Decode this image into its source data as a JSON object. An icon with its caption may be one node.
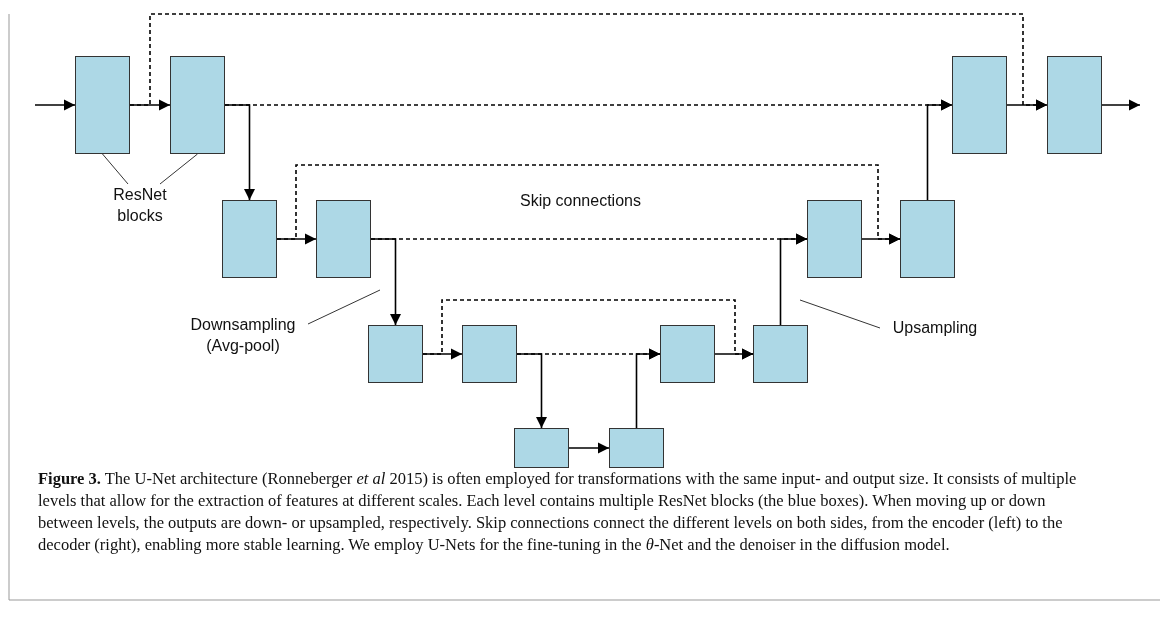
{
  "diagram": {
    "caption": "**Figure 3.** The U-Net architecture (Ronneberger *et al* 2015) is often employed for transformations with the same input- and output size. It consists of multiple levels that allow for the extraction of features at different scales. Each level contains multiple ResNet blocks (the blue boxes). When moving up or down between levels, the outputs are down- or upsampled, respectively. Skip connections connect the different levels on both sides, from the encoder (left) to the decoder (right), enabling more stable learning. We employ U-Nets for the fine-tuning in the *θ*-Net and the denoiser in the diffusion model.",
    "nodes": [
      {
        "text": [],
        "shape": "box"
      },
      {
        "text": [],
        "shape": "box"
      },
      {
        "text": [],
        "shape": "box"
      },
      {
        "text": [],
        "shape": "box"
      },
      {
        "text": [],
        "shape": "box"
      },
      {
        "text": [],
        "shape": "box"
      },
      {
        "text": [],
        "shape": "box"
      },
      {
        "text": [],
        "shape": "box"
      },
      {
        "text": [],
        "shape": "box"
      },
      {
        "text": [],
        "shape": "box"
      },
      {
        "text": [],
        "shape": "box"
      },
      {
        "text": [],
        "shape": "box"
      },
      {
        "text": [],
        "shape": "box"
      },
      {
        "text": [],
        "shape": "box"
      },
      {
        "text": [
          "ResNet blocks"
        ]
      },
      {
        "text": [
          "Downsampling (Avg-pool)"
        ]
      },
      {
        "text": [
          "Upsampling"
        ]
      }
    ],
    "edges": [
      {
        "from": null,
        "to": 0,
        "arrow": "to"
      },
      {
        "from": 0,
        "to": 1,
        "arrow": "to"
      },
      {
        "from": 0,
        "to": 3,
        "arrow": "to",
        "style": "dashed"
      },
      {
        "from": 1,
        "to": 2,
        "arrow": "to",
        "style": "dashed"
      },
      {
        "from": 1,
        "to": 4,
        "arrow": "to"
      },
      {
        "from": 2,
        "to": 3,
        "arrow": "to"
      },
      {
        "from": 3,
        "to": null,
        "arrow": "to"
      },
      {
        "from": 4,
        "to": 5,
        "arrow": "to"
      },
      {
        "from": 4,
        "to": 7,
        "arrow": "to",
        "style": "dashed"
      },
      {
        "from": 5,
        "to": 6,
        "arrow": "to",
        "style": "dashed"
      },
      {
        "from": 5,
        "to": 8,
        "arrow": "to"
      },
      {
        "from": 6,
        "to": 7,
        "arrow": "to"
      },
      {
        "from": 7,
        "to": 2,
        "arrow": "to"
      },
      {
        "from": 8,
        "to": 9,
        "arrow": "to"
      },
      {
        "from": 8,
        "to": 11,
        "arrow": "to",
        "style": "dashed"
      },
      {
        "from": 9,
        "to": 10,
        "arrow": "to",
        "style": "dashed"
      },
      {
        "from": 9,
        "to": 12,
        "arrow": "to"
      },
      {
        "from": 10,
        "to": 11,
        "arrow": "to"
      },
      {
        "from": 11,
        "to": 6,
        "arrow": "to"
      },
      {
        "from": 12,
        "to": 13,
        "arrow": "to"
      },
      {
        "from": 13,
        "to": 10,
        "arrow": "to"
      },
      {
        "from": 14,
        "to": 0,
        "arrow": "none"
      },
      {
        "from": 14,
        "to": 1,
        "arrow": "none"
      },
      {
        "from": 15,
        "to": null,
        "arrow": "none"
      },
      {
        "from": 16,
        "to": null,
        "arrow": "none"
      }
    ],
    "labels": [
      "Skip connections"
    ]
  }
}
